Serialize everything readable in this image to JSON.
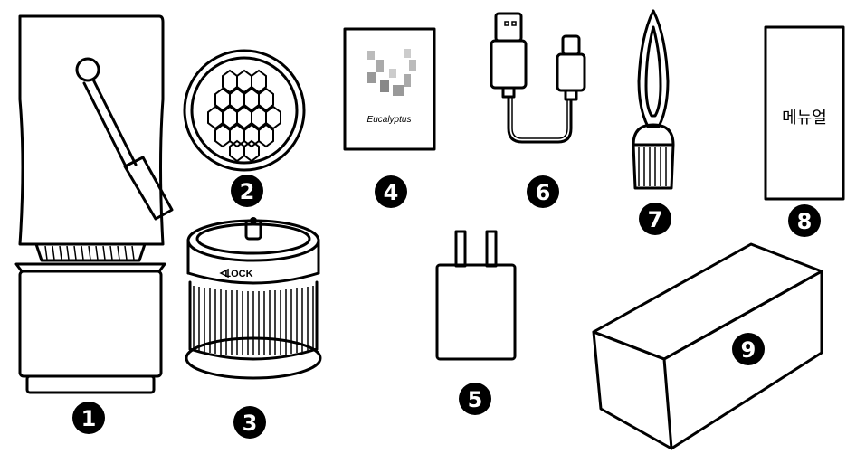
{
  "items": [
    {
      "number": "1"
    },
    {
      "number": "2"
    },
    {
      "number": "3",
      "band_text": "LOCK"
    },
    {
      "number": "4",
      "card_text": "Eucalyptus"
    },
    {
      "number": "5"
    },
    {
      "number": "6"
    },
    {
      "number": "7"
    },
    {
      "number": "8",
      "manual_text": "메뉴얼"
    },
    {
      "number": "9"
    }
  ],
  "colors": {
    "line": "#000000",
    "badge": "#000000",
    "badge_text": "#ffffff",
    "background": "#ffffff"
  }
}
